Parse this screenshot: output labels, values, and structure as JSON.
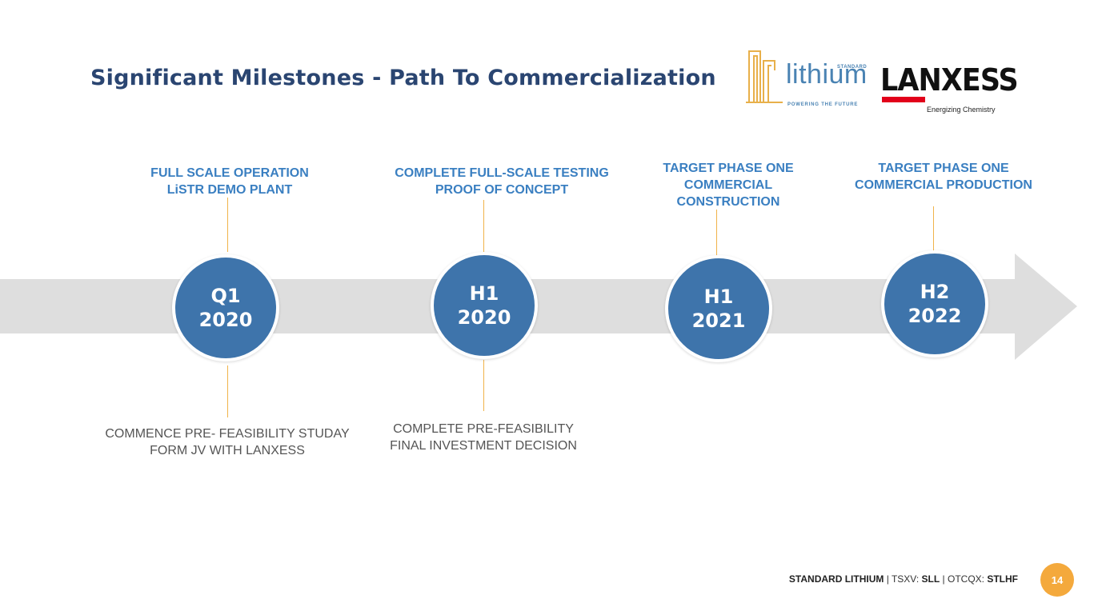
{
  "title": "Significant Milestones - Path To Commercialization",
  "logos": {
    "lithium": {
      "word": "lithium",
      "small": "STANDARD",
      "tagline": "POWERING THE FUTURE"
    },
    "lanxess": {
      "word": "LANXESS",
      "tagline": "Energizing Chemistry"
    }
  },
  "milestones": [
    {
      "period": "Q1",
      "year": "2020",
      "top": [
        "FULL SCALE OPERATION",
        "LiSTR DEMO PLANT"
      ],
      "bottom": [
        "COMMENCE PRE- FEASIBILITY STUDAY",
        "FORM JV WITH LANXESS"
      ]
    },
    {
      "period": "H1",
      "year": "2020",
      "top": [
        "COMPLETE  FULL-SCALE  TESTING",
        "PROOF OF CONCEPT"
      ],
      "bottom": [
        "COMPLETE PRE-FEASIBILITY",
        "FINAL INVESTMENT DECISION"
      ]
    },
    {
      "period": "H1",
      "year": "2021",
      "top": [
        "TARGET PHASE ONE",
        "COMMERCIAL",
        "CONSTRUCTION"
      ]
    },
    {
      "period": "H2",
      "year": "2022",
      "top": [
        "TARGET PHASE ONE",
        "COMMERCIAL PRODUCTION"
      ]
    }
  ],
  "footer": {
    "company": "STANDARD LITHIUM",
    "sep1": " | ",
    "tsxv_label": "TSXV: ",
    "tsxv_value": "SLL",
    "sep2": " | ",
    "otc_label": "OTCQX: ",
    "otc_value": "STLHF",
    "page": "14"
  },
  "colors": {
    "title": "#2a4571",
    "circle": "#3e74ab",
    "label_top": "#3a7fc1",
    "connector": "#f0b34a",
    "arrow": "#dedede",
    "page_badge": "#f4a93c"
  }
}
